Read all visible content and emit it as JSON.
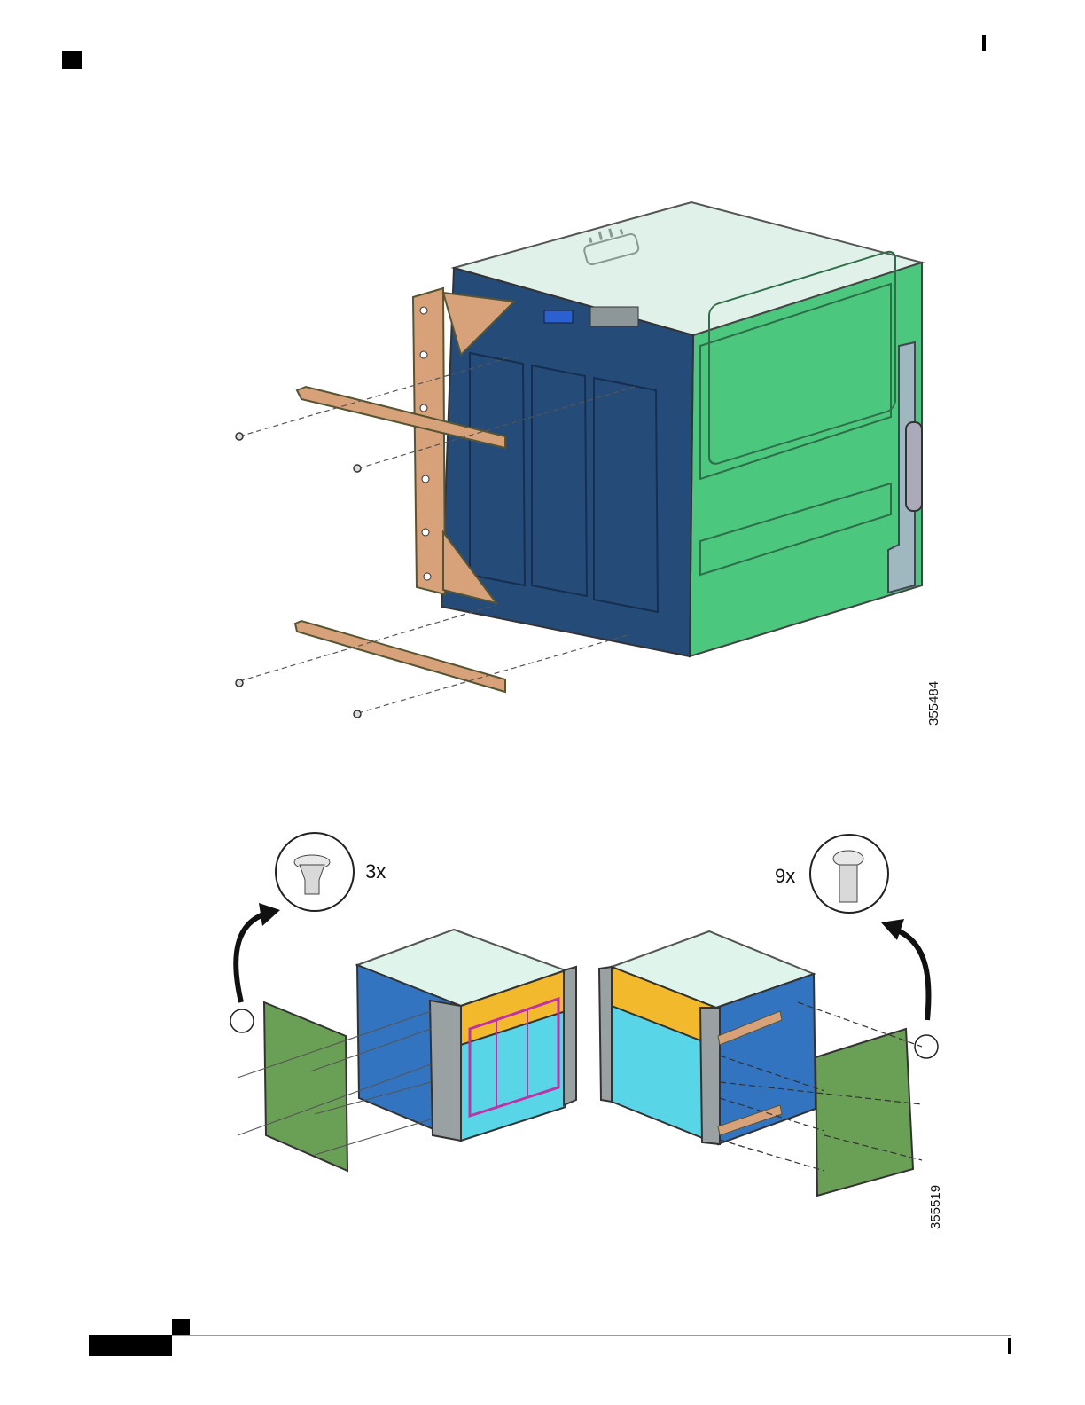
{
  "figures": [
    {
      "id": "355484"
    },
    {
      "id": "355519",
      "left_callout": "3x",
      "right_callout": "9x"
    }
  ]
}
